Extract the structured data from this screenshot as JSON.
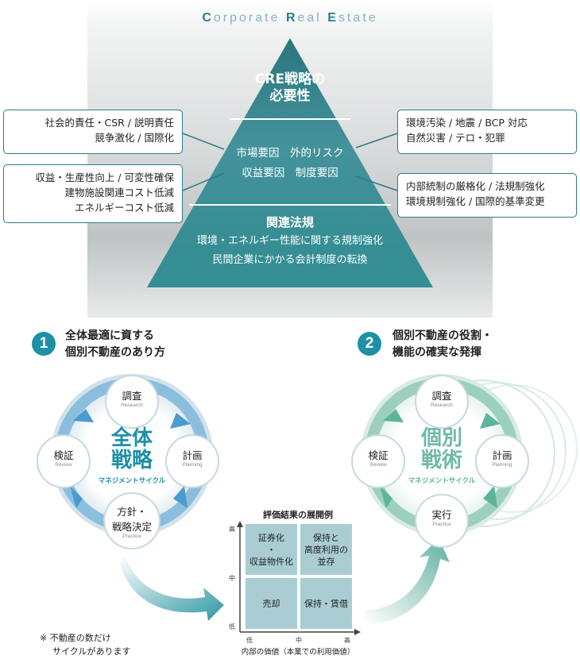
{
  "header": {
    "title_c": "C",
    "title_1": "orporate ",
    "title_r": "R",
    "title_2": "eal ",
    "title_e": "E",
    "title_3": "state"
  },
  "pyramid": {
    "top_line1": "CRE戦略の",
    "top_line2": "必要性",
    "mid_line1": "市場要因　外的リスク",
    "mid_line2": "収益要因　制度要因",
    "bottom_title": "関連法規",
    "bottom_line1": "環境・エネルギー性能に関する規制強化",
    "bottom_line2": "民間企業にかかる会計制度の転換"
  },
  "callouts": {
    "left_top": [
      "社会的責任・CSR / 説明責任",
      "競争激化 / 国際化"
    ],
    "left_bottom": [
      "収益・生産性向上 / 可変性確保",
      "建物施設関連コスト低減",
      "エネルギーコスト低減"
    ],
    "right_top": [
      "環境汚染 / 地震 / BCP 対応",
      "自然災害 / テロ・犯罪"
    ],
    "right_bottom": [
      "内部統制の厳格化 / 法規制強化",
      "環境規制強化 / 国際的基準変更"
    ]
  },
  "section1": {
    "number": "1",
    "heading_line1": "全体最適に資する",
    "heading_line2": "個別不動産のあり方",
    "center_line1": "全体",
    "center_line2": "戦略",
    "center_sub": "マネジメントサイクル",
    "nodes": {
      "top": {
        "jp": "調査",
        "en": "Research"
      },
      "right": {
        "jp": "計画",
        "en": "Planning"
      },
      "bottom": {
        "jp1": "方針・",
        "jp2": "戦略決定",
        "en": "Practice"
      },
      "left": {
        "jp": "検証",
        "en": "Review"
      }
    }
  },
  "section2": {
    "number": "2",
    "heading_line1": "個別不動産の役割・",
    "heading_line2": "機能の確実な発揮",
    "center_line1": "個別",
    "center_line2": "戦術",
    "center_sub": "マネジメントサイクル",
    "nodes": {
      "top": {
        "jp": "調査",
        "en": "Research"
      },
      "right": {
        "jp": "計画",
        "en": "Planning"
      },
      "bottom": {
        "jp": "実行",
        "en": "Practice"
      },
      "left": {
        "jp": "検証",
        "en": "Review"
      }
    }
  },
  "matrix": {
    "title": "評価結果の展開例",
    "y_high": "高",
    "y_mid": "中",
    "y_low": "低",
    "x_low": "低",
    "x_mid": "中",
    "x_high": "高",
    "x_label": "内部の価値（本業での利用価値）",
    "cell_tl_1": "証券化",
    "cell_tl_2": "・",
    "cell_tl_3": "収益物件化",
    "cell_tr_1": "保持と",
    "cell_tr_2": "高度利用の",
    "cell_tr_3": "並存",
    "cell_bl": "売却",
    "cell_br": "保持・賃借"
  },
  "footnote": {
    "line1": "※ 不動産の数だけ",
    "line2": "サイクルがあります"
  },
  "colors": {
    "teal_dark": "#1a6e76",
    "teal": "#2b8a94",
    "teal_light": "#a9cdd3",
    "accent_blue": "#1e90a6",
    "green": "#6fb9a6"
  }
}
